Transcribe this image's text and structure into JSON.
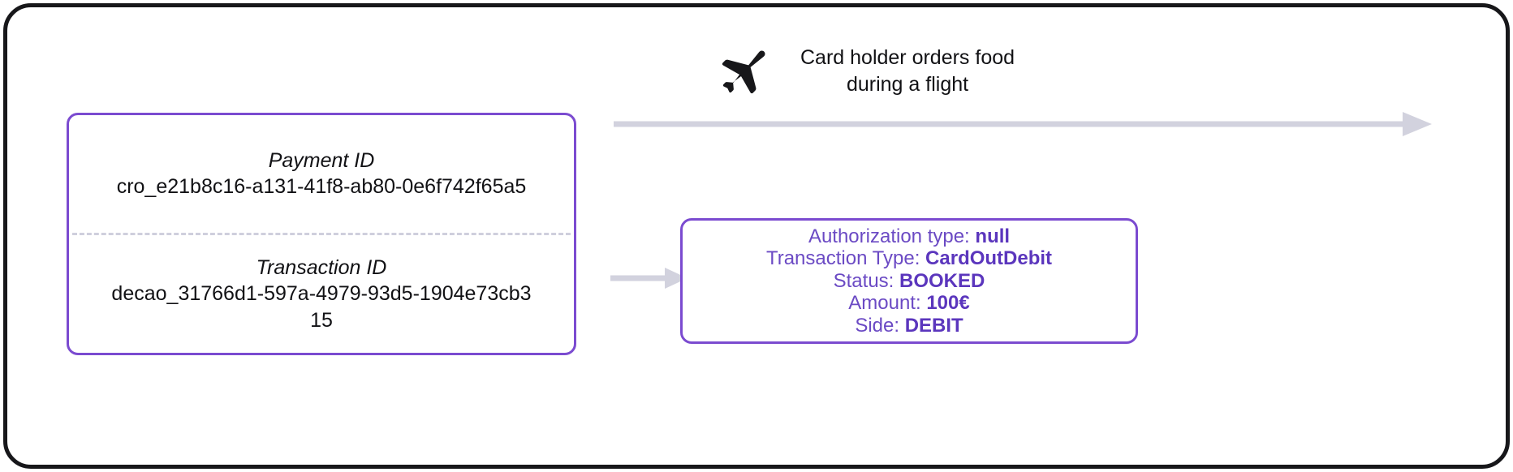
{
  "colors": {
    "purple_border": "#7b4bd0",
    "purple_text": "#6b4ac4",
    "purple_value": "#5b36bd",
    "arrow_gray": "#d2d2de",
    "frame_dark": "#17171a",
    "divider": "#cfcfdd",
    "text_dark": "#111114"
  },
  "id_card": {
    "payment": {
      "label": "Payment ID",
      "value": "cro_e21b8c16-a131-41f8-ab80-0e6f742f65a5"
    },
    "transaction": {
      "label": "Transaction ID",
      "value": "decao_31766d1-597a-4979-93d5-1904e73cb315"
    }
  },
  "flight": {
    "icon": "airplane-icon",
    "caption": "Card holder orders food\nduring a flight"
  },
  "arrows": {
    "timeline": "timeline-arrow",
    "connector": "connector-arrow"
  },
  "detail_box": {
    "lines": [
      {
        "label": "Authorization type:",
        "value": "null"
      },
      {
        "label": "Transaction Type:",
        "value": "CardOutDebit"
      },
      {
        "label": "Status:",
        "value": "BOOKED"
      },
      {
        "label": "Amount:",
        "value": "100€"
      },
      {
        "label": "Side:",
        "value": "DEBIT"
      }
    ]
  }
}
